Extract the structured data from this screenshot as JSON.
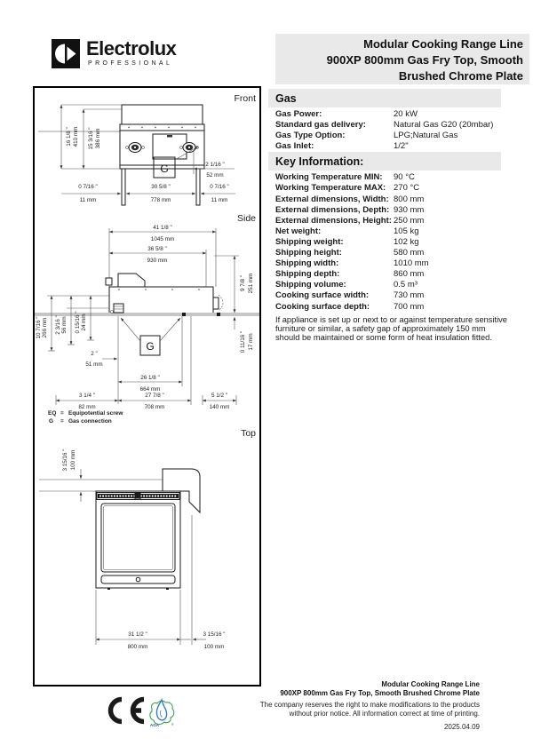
{
  "header": {
    "brand": "Electrolux",
    "brand_sub": "PROFESSIONAL",
    "title_line1": "Modular Cooking Range Line",
    "title_line2": "900XP 800mm Gas Fry Top, Smooth",
    "title_line3": "Brushed Chrome Plate"
  },
  "gas": {
    "header": "Gas",
    "rows": [
      {
        "label": "Gas Power:",
        "value": "20 kW"
      },
      {
        "label": "Standard gas delivery:",
        "value": "Natural Gas G20 (20mbar)"
      },
      {
        "label": "Gas Type Option:",
        "value": "LPG;Natural Gas"
      },
      {
        "label": "Gas Inlet:",
        "value": "1/2\""
      }
    ]
  },
  "key_information": {
    "header": "Key Information:",
    "rows": [
      {
        "label": "Working Temperature MIN:",
        "value": "90 °C"
      },
      {
        "label": "Working Temperature MAX:",
        "value": "270 °C"
      },
      {
        "label": "External dimensions, Width:",
        "value": "800 mm"
      },
      {
        "label": "External dimensions, Depth:",
        "value": "930 mm"
      },
      {
        "label": "External dimensions, Height:",
        "value": "250 mm"
      },
      {
        "label": "Net weight:",
        "value": "105 kg"
      },
      {
        "label": "Shipping weight:",
        "value": "102 kg"
      },
      {
        "label": "Shipping height:",
        "value": "580 mm"
      },
      {
        "label": "Shipping width:",
        "value": "1010 mm"
      },
      {
        "label": "Shipping depth:",
        "value": "860 mm"
      },
      {
        "label": "Shipping volume:",
        "value": "0.5 m³"
      },
      {
        "label": "Cooking surface width:",
        "value": "730 mm"
      },
      {
        "label": "Cooking surface depth:",
        "value": "700 mm"
      }
    ],
    "note": "If appliance is set up or next to or against temperature sensitive furniture or similar, a safety gap of approximately 150 mm should be maintained or some form of heat insulation fitted."
  },
  "drawings": {
    "front": {
      "label": "Front",
      "g": "G",
      "dim_height_in": "16 1/8 \"",
      "dim_height_mm": "410 mm",
      "dim_height2_in": "15 3/16 \"",
      "dim_height2_mm": "386 mm",
      "dim_gas_in": "2 1/16 \"",
      "dim_gas_mm": "52 mm",
      "dim_left_in": "0 7/16 \"",
      "dim_left_mm": "11 mm",
      "dim_width_in": "30 5/8 \"",
      "dim_width_mm": "778 mm",
      "dim_right_in": "0 7/16 \"",
      "dim_right_mm": "11 mm"
    },
    "side": {
      "label": "Side",
      "g": "G",
      "dim_total_in": "41 1/8 \"",
      "dim_total_mm": "1045 mm",
      "dim_depth_in": "36 5/8 \"",
      "dim_depth_mm": "930 mm",
      "dim_height_in": "9 7/8 \"",
      "dim_height_mm": "251 mm",
      "dim_lip_in": "0 11/16 \"",
      "dim_lip_mm": "17 mm",
      "dim_a_in": "10 7/16 \"",
      "dim_a_mm": "266 mm",
      "dim_b_in": "2 3/16 \"",
      "dim_b_mm": "56 mm",
      "dim_c_in": "0 15/16 \"",
      "dim_c_mm": "24 mm",
      "dim_d_in": "2 \"",
      "dim_d_mm": "51 mm",
      "dim_e_in": "26 1/8 \"",
      "dim_e_mm": "664 mm",
      "dim_f_in": "3 1/4 \"",
      "dim_f_mm": "82 mm",
      "dim_g_in": "27 7/8 \"",
      "dim_g_mm": "708 mm",
      "dim_h_in": "5 1/2 \"",
      "dim_h_mm": "140 mm"
    },
    "top": {
      "label": "Top",
      "dim_offset_in": "3 15/16 \"",
      "dim_offset_mm": "100 mm",
      "dim_width_in": "31 1/2 \"",
      "dim_width_mm": "800 mm",
      "dim_right_in": "3 15/16 \"",
      "dim_right_mm": "100 mm"
    },
    "legend": {
      "eq_key": "EQ",
      "eq_sep": "=",
      "eq_value": "Equipotential screw",
      "g_key": "G",
      "g_sep": "=",
      "g_value": "Gas connection"
    }
  },
  "footer": {
    "product_line1": "Modular Cooking Range Line",
    "product_line2": "900XP 800mm Gas Fry Top, Smooth Brushed Chrome Plate",
    "disclaimer_line1": "The company reserves the right to make modifications to the products",
    "disclaimer_line2": "without prior notice. All information correct at time of printing.",
    "date": "2025.04.09",
    "aga_label": "AGA"
  }
}
